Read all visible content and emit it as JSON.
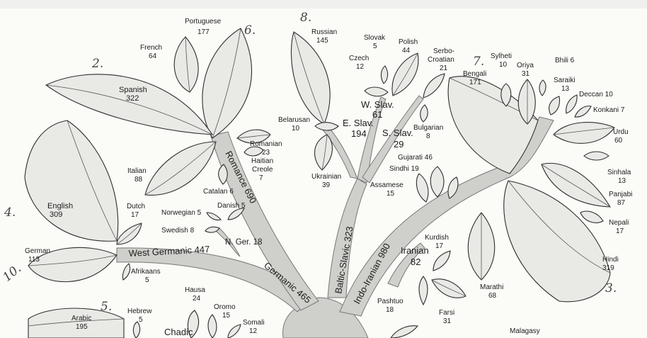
{
  "branches": {
    "west_germanic": "West Germanic 447",
    "germanic": "Germanic 465",
    "n_ger": "N. Ger. 18",
    "romance": "Romance 690",
    "baltic_slavic": "Baltic-Slavic 323",
    "indo_iranian": "Indo-Iranian 980",
    "iranian_name": "Iranian",
    "iranian_count": "82",
    "w_slav": "W. Slav.",
    "w_slav_count": "61",
    "e_slav": "E. Slav.",
    "e_slav_count": "194",
    "s_slav": "S. Slav.",
    "s_slav_count": "29",
    "chadic": "Chadic"
  },
  "languages": {
    "portuguese": {
      "name": "Portuguese",
      "count": "177"
    },
    "french": {
      "name": "French",
      "count": "64"
    },
    "spanish": {
      "name": "Spanish",
      "count": "322"
    },
    "english": {
      "name": "English",
      "count": "309"
    },
    "italian": {
      "name": "Italian",
      "count": "88"
    },
    "dutch": {
      "name": "Dutch",
      "count": "17"
    },
    "german": {
      "name": "German",
      "count": "113"
    },
    "afrikaans": {
      "name": "Afrikaans",
      "count": "5"
    },
    "romanian": {
      "name": "Romanian",
      "count": "23"
    },
    "haitian_l1": "Haitian",
    "haitian_l2": "Creole",
    "haitian_count": "7",
    "catalan": "Catalan 6",
    "norwegian": "Norwegian 5",
    "danish": "Danish 5",
    "swedish": "Swedish 8",
    "russian": {
      "name": "Russian",
      "count": "145"
    },
    "slovak": {
      "name": "Slovak",
      "count": "5"
    },
    "polish": {
      "name": "Polish",
      "count": "44"
    },
    "czech": {
      "name": "Czech",
      "count": "12"
    },
    "belarusan": {
      "name": "Belarusan",
      "count": "10"
    },
    "ukrainian": {
      "name": "Ukrainian",
      "count": "39"
    },
    "serbo_l1": "Serbo-",
    "serbo_l2": "Croatian",
    "serbo_count": "21",
    "bulgarian": {
      "name": "Bulgarian",
      "count": "8"
    },
    "bengali": {
      "name": "Bengali",
      "count": "171"
    },
    "sylheti": {
      "name": "Sylheti",
      "count": "10"
    },
    "oriya": {
      "name": "Oriya",
      "count": "31"
    },
    "bhili": "Bhili 6",
    "saraiki": {
      "name": "Saraiki",
      "count": "13"
    },
    "deccan": "Deccan 10",
    "konkani": "Konkani 7",
    "urdu": {
      "name": "Urdu",
      "count": "60"
    },
    "gujarati": "Gujarati 46",
    "sindhi": "Sindhi 19",
    "assamese": {
      "name": "Assamese",
      "count": "15"
    },
    "sinhala": {
      "name": "Sinhala",
      "count": "13"
    },
    "panjabi": {
      "name": "Panjabi",
      "count": "87"
    },
    "nepali": {
      "name": "Nepali",
      "count": "17"
    },
    "hindi": {
      "name": "Hindi",
      "count": "319"
    },
    "kurdish": {
      "name": "Kurdish",
      "count": "17"
    },
    "marathi": {
      "name": "Marathi",
      "count": "68"
    },
    "pashtuo": {
      "name": "Pashtuo",
      "count": "18"
    },
    "farsi": {
      "name": "Farsi",
      "count": "31"
    },
    "malagasy": {
      "name": "Malagasy"
    },
    "arabic": {
      "name": "Arabic",
      "count": "195"
    },
    "hebrew": {
      "name": "Hebrew",
      "count": "5"
    },
    "hausa": {
      "name": "Hausa",
      "count": "24"
    },
    "oromo": {
      "name": "Oromo",
      "count": "15"
    },
    "somali": {
      "name": "Somali",
      "count": "12"
    }
  },
  "handwritten": {
    "n2": "2.",
    "n3": "3.",
    "n4": "4.",
    "n5": "5.",
    "n6": "6.",
    "n7": "7.",
    "n8": "8.",
    "n10": "10."
  }
}
